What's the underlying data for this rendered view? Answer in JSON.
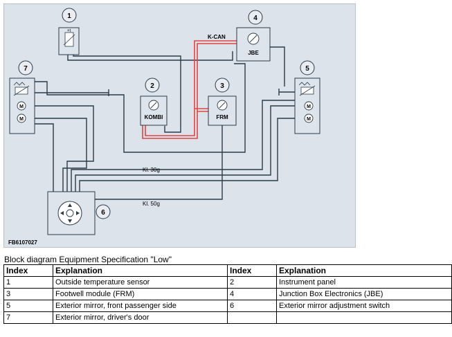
{
  "diagram": {
    "image_code": "FB6107027",
    "bus_label": "K-CAN",
    "terminal_30g": "Kl. 30g",
    "terminal_50g": "Kl. 50g",
    "nodes": [
      {
        "number": "1",
        "label": ""
      },
      {
        "number": "2",
        "label": "KOMBI"
      },
      {
        "number": "3",
        "label": "FRM"
      },
      {
        "number": "4",
        "label": "JBE"
      },
      {
        "number": "5",
        "label": ""
      },
      {
        "number": "6",
        "label": ""
      },
      {
        "number": "7",
        "label": ""
      }
    ],
    "motor_symbol": "M"
  },
  "caption": "Block diagram Equipment Specification \"Low\"",
  "legend": {
    "headers": [
      "Index",
      "Explanation",
      "Index",
      "Explanation"
    ],
    "rows": [
      [
        "1",
        "Outside temperature sensor",
        "2",
        "Instrument panel"
      ],
      [
        "3",
        "Footwell module (FRM)",
        "4",
        "Junction Box Electronics (JBE)"
      ],
      [
        "5",
        "Exterior mirror, front passenger side",
        "6",
        "Exterior mirror adjustment switch"
      ],
      [
        "7",
        "Exterior mirror, driver's door",
        "",
        ""
      ]
    ]
  },
  "colors": {
    "background": "#dce3eb",
    "box": "#dde4ec",
    "wire": "#2a3a46",
    "can_bus": "#e0453f",
    "badge": "#e9edf2"
  }
}
